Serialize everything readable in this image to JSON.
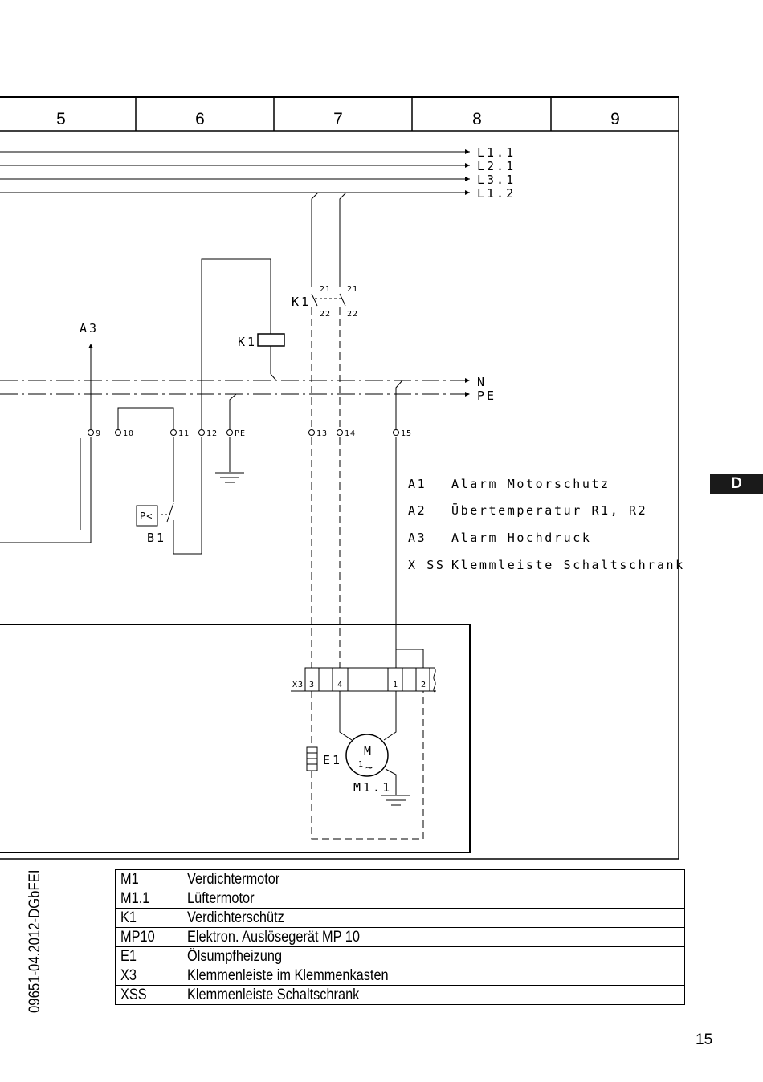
{
  "header": {
    "columns": [
      "5",
      "6",
      "7",
      "8",
      "9"
    ]
  },
  "side_tab": {
    "label": "D"
  },
  "document_id": "09651-04.2012-DGbFEI",
  "page_number": "15",
  "diagram": {
    "bus_lines": [
      "L1.1",
      "L2.1",
      "L3.1",
      "L1.2"
    ],
    "neutral_lines": [
      "N",
      "PE"
    ],
    "terminals": [
      "9",
      "10",
      "11",
      "12",
      "PE",
      "13",
      "14",
      "15"
    ],
    "components": {
      "a3": "A3",
      "k1_coil": "K1",
      "k1_contact": "K1",
      "k1_contact_pins_top": [
        "21",
        "21"
      ],
      "k1_contact_pins_bottom": [
        "22",
        "22"
      ],
      "pressure_switch_symbol": "P<",
      "pressure_switch": "B1",
      "heater": "E1",
      "motor_symbol": "M",
      "motor_phase": "1",
      "motor_ac": "~",
      "motor": "M1.1",
      "terminal_strip": "X3",
      "terminal_strip_pins": [
        "3",
        "4",
        "1",
        "2"
      ]
    },
    "notes": [
      {
        "code": "A1",
        "text": "Alarm Motorschutz"
      },
      {
        "code": "A2",
        "text": "Übertemperatur R1, R2"
      },
      {
        "code": "A3",
        "text": "Alarm Hochdruck"
      },
      {
        "code": "X SS",
        "text": "Klemmleiste Schaltschrank"
      }
    ]
  },
  "legend_table": [
    {
      "code": "M1",
      "description": "Verdichtermotor"
    },
    {
      "code": "M1.1",
      "description": "Lüftermotor"
    },
    {
      "code": "K1",
      "description": "Verdichterschütz"
    },
    {
      "code": "MP10",
      "description": "Elektron. Auslösegerät MP 10"
    },
    {
      "code": "E1",
      "description": "Ölsumpfheizung"
    },
    {
      "code": "X3",
      "description": "Klemmenleiste im Klemmenkasten"
    },
    {
      "code": "XSS",
      "description": "Klemmenleiste Schaltschrank"
    }
  ]
}
